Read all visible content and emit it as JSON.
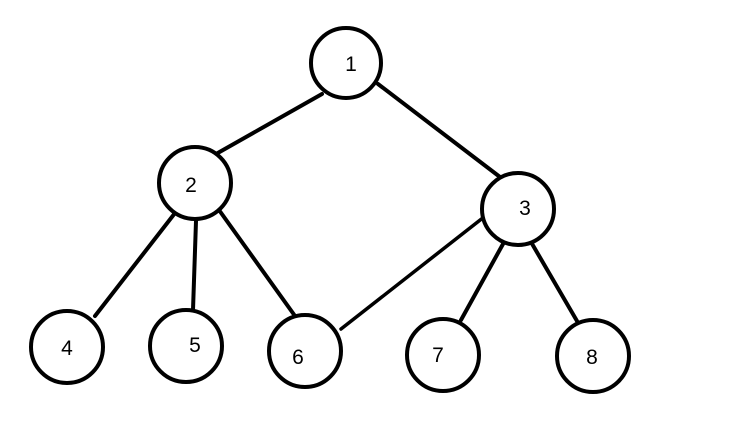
{
  "diagram": {
    "type": "tree",
    "colors": {
      "background": "#ffffff",
      "node_stroke": "#000000",
      "edge": "#000000",
      "highlight_edge": "#e02b3a"
    },
    "nodes": [
      {
        "id": "1",
        "label": "1"
      },
      {
        "id": "2",
        "label": "2"
      },
      {
        "id": "3",
        "label": "3"
      },
      {
        "id": "4",
        "label": "4"
      },
      {
        "id": "5",
        "label": "5"
      },
      {
        "id": "6",
        "label": "6"
      },
      {
        "id": "7",
        "label": "7"
      },
      {
        "id": "8",
        "label": "8"
      }
    ],
    "edges": [
      {
        "from": "1",
        "to": "2",
        "highlight": false
      },
      {
        "from": "1",
        "to": "3",
        "highlight": false
      },
      {
        "from": "2",
        "to": "4",
        "highlight": false
      },
      {
        "from": "2",
        "to": "5",
        "highlight": false
      },
      {
        "from": "2",
        "to": "6",
        "highlight": false
      },
      {
        "from": "3",
        "to": "7",
        "highlight": false
      },
      {
        "from": "3",
        "to": "8",
        "highlight": false
      },
      {
        "from": "3",
        "to": "6",
        "highlight": true
      }
    ]
  }
}
